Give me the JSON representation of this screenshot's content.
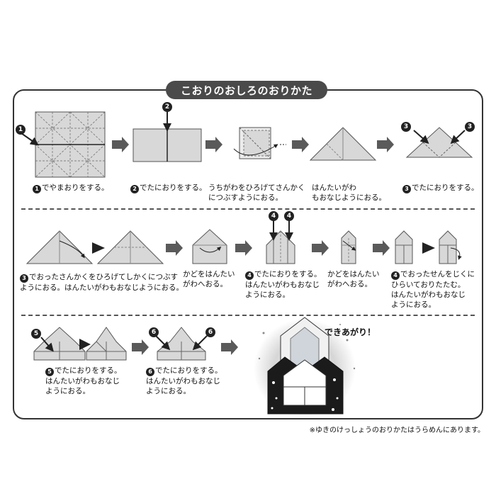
{
  "title": "こおりのおしろのおりかた",
  "captions": {
    "c1": "でやまおりをする。",
    "c2": "でたにおりをする。",
    "c3": "うちがわをひろげてさんかく\nにつぶすようにおる。",
    "c4": "はんたいがわ\nもおなじようにおる。",
    "c5": "でたにおりをする。",
    "c6": "でおったさんかくをひろげてしかくにつぶす\nようにおる。はんたいがわもおなじようにおる。",
    "c7": "かどをはんたい\nがわへおる。",
    "c8": "でたにおりをする。\nはんたいがわもおなじ\nようにおる。",
    "c9": "かどをはんたい\nがわへおる。",
    "c10": "でおったせんをじくに\nひらいておりたたむ。\nはんたいがわもおなじ\nようにおる。",
    "c11": "でたにおりをする。\nはんたいがわもおなじ\nようにおる。",
    "c12": "でたにおりをする。\nはんたいがわもおなじ\nようにおる。"
  },
  "step_numbers": {
    "n1": "1",
    "n2": "2",
    "n3": "3",
    "n4": "4",
    "n5": "5",
    "n6": "6"
  },
  "done_label": "できあがり！",
  "footnote": "※ゆきのけっしょうのおりかたはうらめんにあります。",
  "colors": {
    "paper": "#d8d8d8",
    "paper_light": "#ececec",
    "ink": "#333333",
    "arrow": "#5a5a5a"
  }
}
